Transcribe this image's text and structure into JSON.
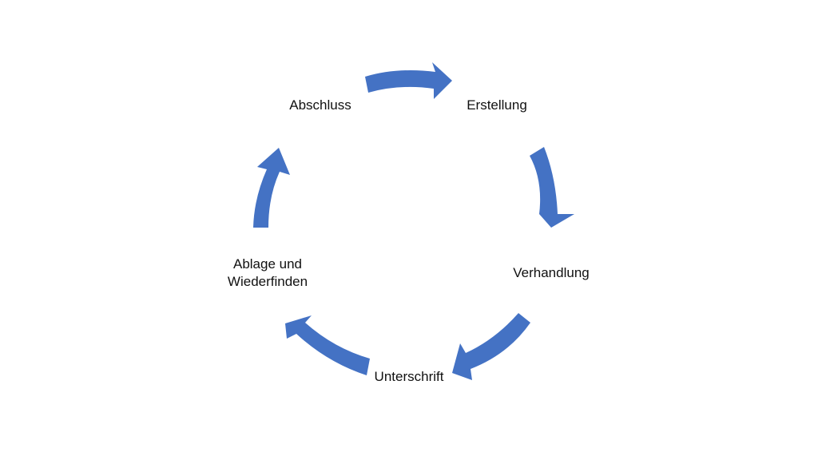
{
  "diagram": {
    "stages": [
      {
        "label": "Erstellung"
      },
      {
        "label": "Verhandlung"
      },
      {
        "label": "Unterschrift"
      },
      {
        "label_lines": [
          "Ablage und",
          "Wiederfinden"
        ]
      },
      {
        "label": "Abschluss"
      }
    ],
    "colors": {
      "arrow": "#4472C4",
      "text": "#111111",
      "background": "#ffffff"
    }
  }
}
